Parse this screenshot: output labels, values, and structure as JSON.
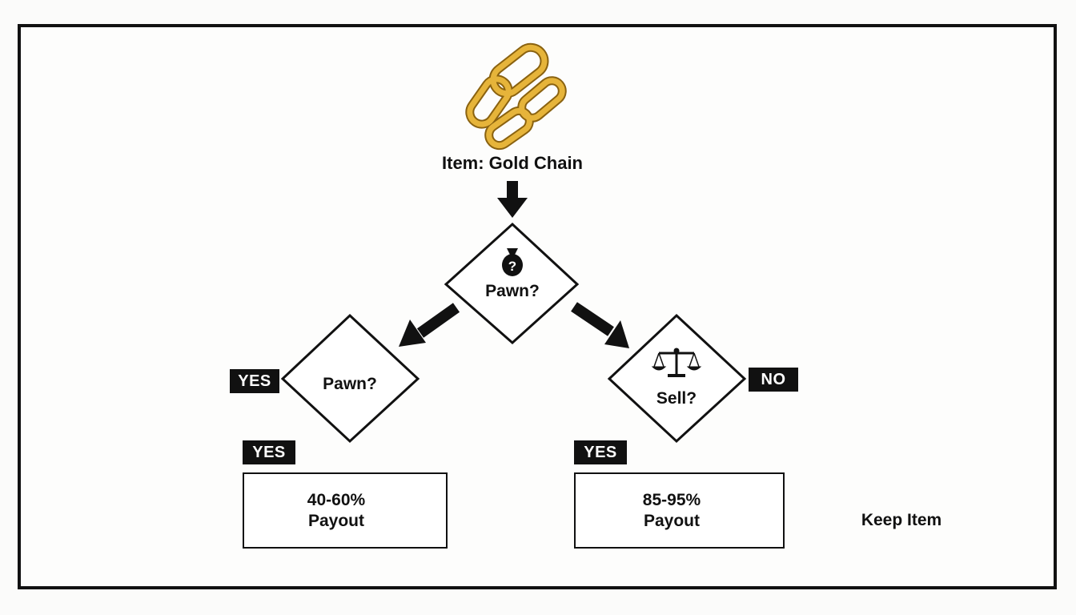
{
  "item_label": "Item: Gold Chain",
  "decisions": {
    "root": {
      "label": "Pawn?",
      "icon": "question-money-bag-icon"
    },
    "left": {
      "label": "Pawn?",
      "tag": "YES"
    },
    "right": {
      "label": "Sell?",
      "tag": "NO",
      "icon": "balance-scale-icon"
    }
  },
  "outcomes": {
    "left": {
      "tag": "YES",
      "line1": "40-60%",
      "line2": "Payout",
      "icon": "dollar-money-bag-icon"
    },
    "right": {
      "tag": "YES",
      "line1": "85-95%",
      "line2": "Payout",
      "icon": "dollar-money-bag-icon"
    },
    "keep": {
      "label": "Keep Item"
    }
  },
  "colors": {
    "gold": "#e6b43a",
    "gold_outline": "#8a6210",
    "ink": "#111111"
  },
  "icons": {
    "item": "gold-chain-icon"
  }
}
